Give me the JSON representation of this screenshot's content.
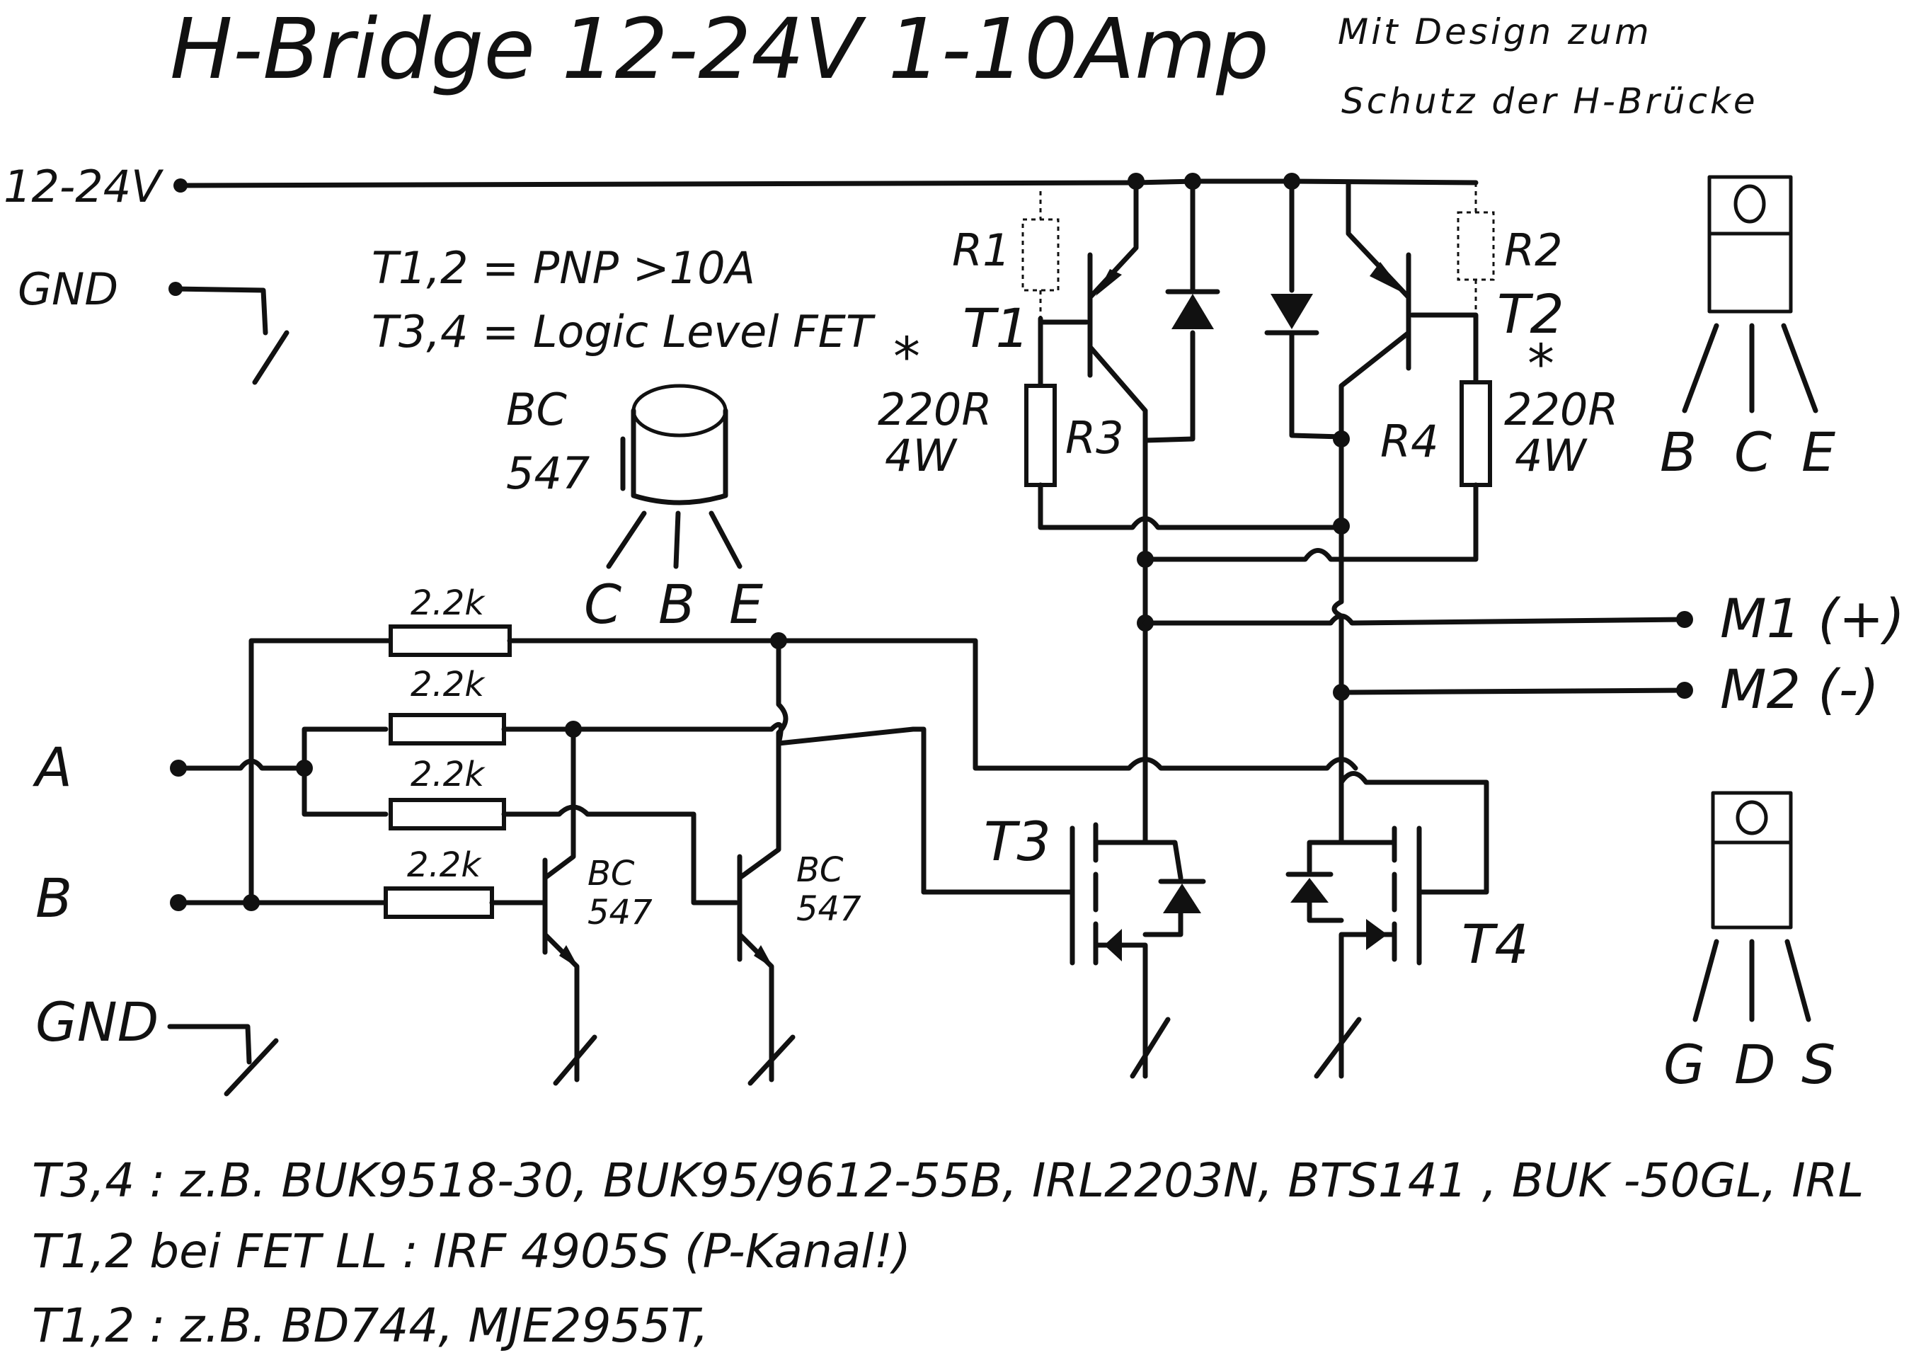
{
  "title": "H-Bridge  12-24V  1-10Amp",
  "note": {
    "line1": "Mit Design zum",
    "line2": "Schutz der H-Brücke"
  },
  "specs": {
    "t12": "T1,2 = PNP >10A",
    "t34": "T3,4 = Logic Level FET"
  },
  "terminals": {
    "vin": "12-24V",
    "gnd_top": "GND",
    "a": "A",
    "b": "B",
    "gnd_bottom": "GND",
    "m1": "M1 (+)",
    "m2": "M2 (-)"
  },
  "resistors": {
    "r1": "R1",
    "r2": "R2",
    "r3": "R3",
    "r4": "R4",
    "r3_value": "220R",
    "r3_power": "4W",
    "r4_value": "220R",
    "r4_power": "4W",
    "star": "*",
    "in1": "2.2k",
    "in2": "2.2k",
    "in3": "2.2k",
    "in4": "2.2k"
  },
  "transistors": {
    "t1": "T1",
    "t2": "T2",
    "t3": "T3",
    "t4": "T4",
    "bc_name": "BC",
    "bc_num": "547"
  },
  "packages": {
    "to92": {
      "name": "BC",
      "num": "547",
      "pins": [
        "C",
        "B",
        "E"
      ]
    },
    "to220_bjt": {
      "pins": [
        "B",
        "C",
        "E"
      ]
    },
    "to220_fet": {
      "pins": [
        "G",
        "D",
        "S"
      ]
    }
  },
  "footnotes": {
    "line1": "T3,4 :  z.B.  BUK9518-30, BUK95/9612-55B, IRL2203N, BTS141 , BUK        -50GL, IRL",
    "line2": "T1,2 bei FET LL : IRF 4905S  (P-Kanal!)",
    "line3": "T1,2 :   z.B.  BD744, MJE2955T,"
  }
}
